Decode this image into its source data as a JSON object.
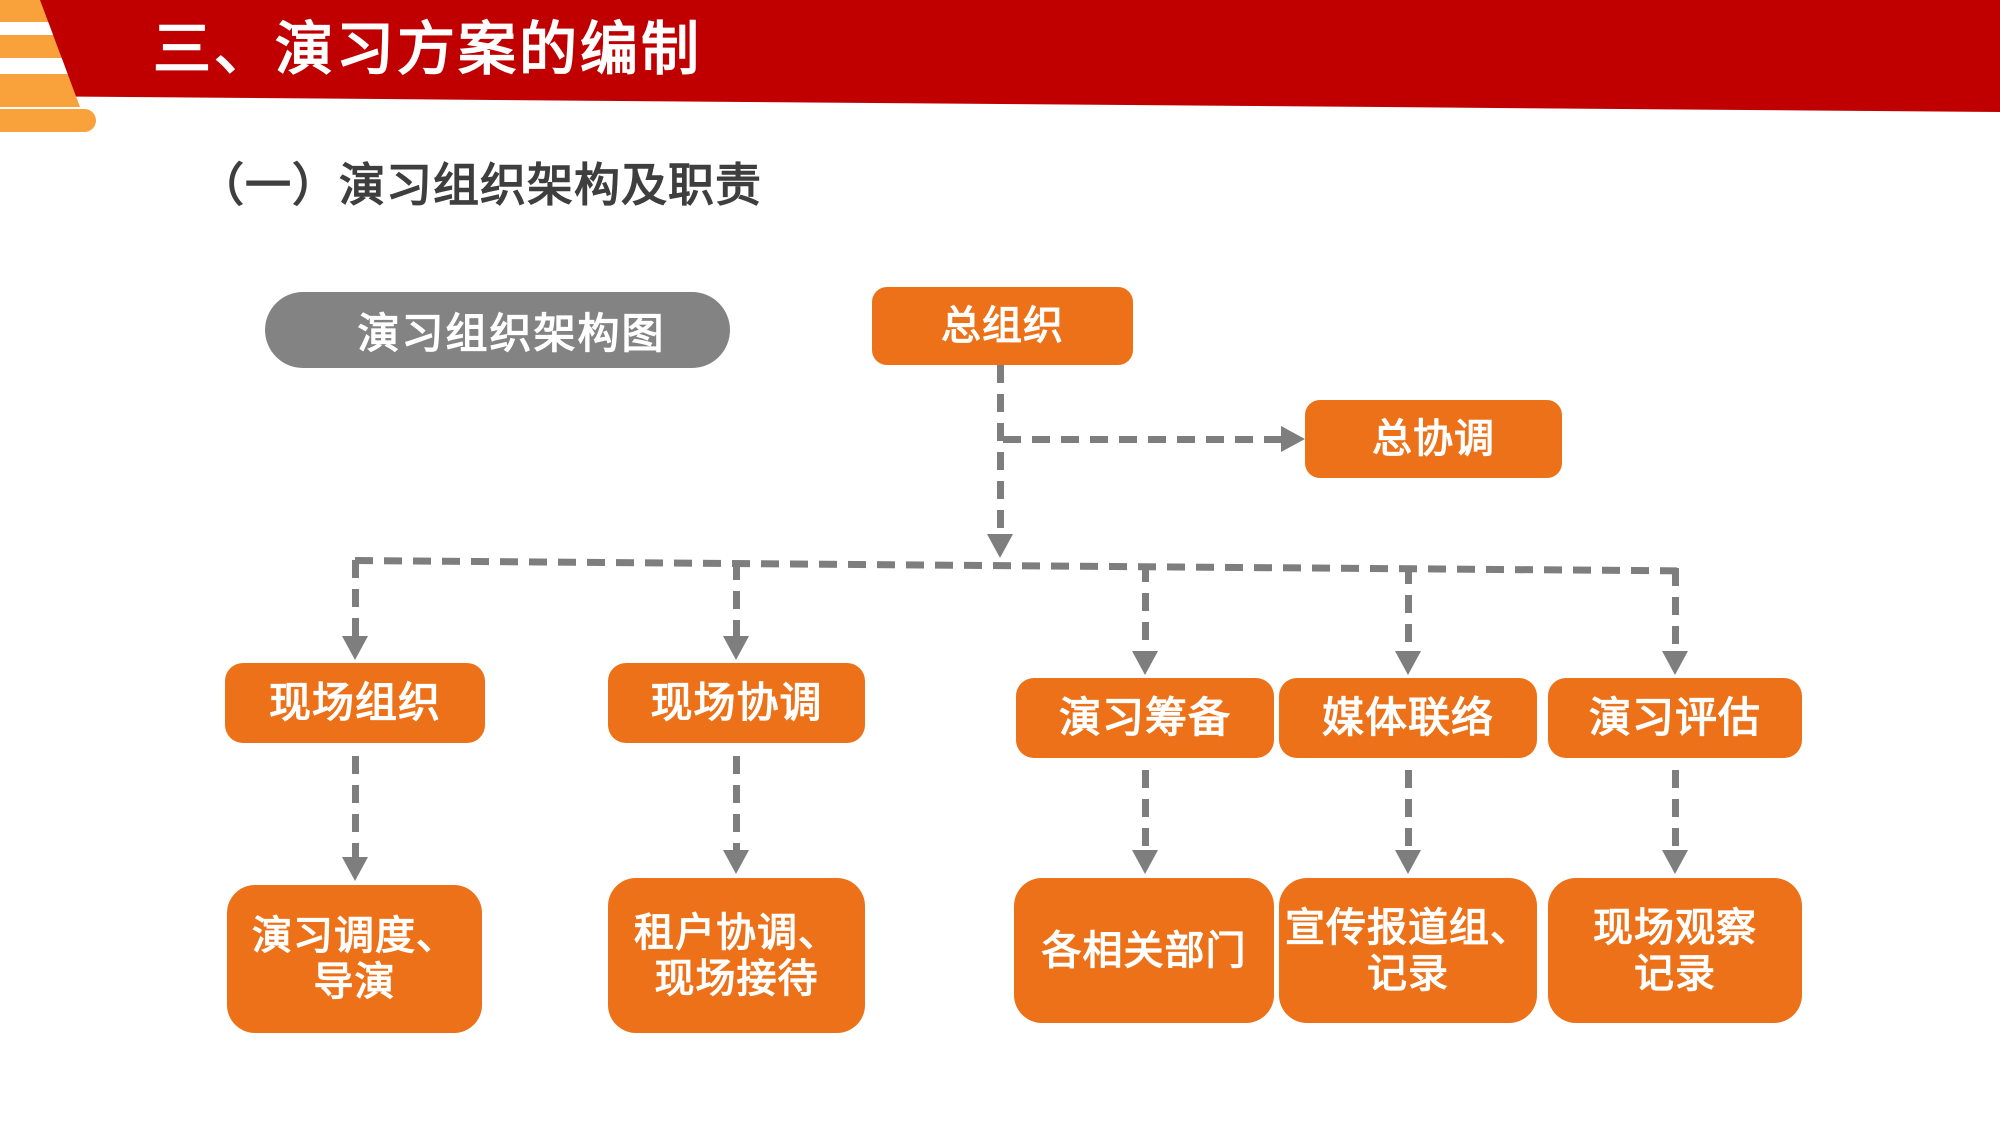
{
  "slide": {
    "title": "三、演习方案的编制",
    "subtitle": "（一）演习组织架构及职责"
  },
  "diagram": {
    "label": "演习组织架构图",
    "root": "总组织",
    "coordinator": "总协调",
    "branches": [
      {
        "label": "现场组织",
        "sub": "演习调度、\n导演"
      },
      {
        "label": "现场协调",
        "sub": "租户协调、\n现场接待"
      },
      {
        "label": "演习筹备",
        "sub": "各相关部门"
      },
      {
        "label": "媒体联络",
        "sub": "宣传报道组、\n记录"
      },
      {
        "label": "演习评估",
        "sub": "现场观察\n记录"
      }
    ]
  },
  "colors": {
    "banner_red": "#C00000",
    "box_orange": "#ED7118",
    "cone_orange": "#F9A13A",
    "pill_gray": "#838383",
    "connector_gray": "#7E7E7E",
    "subtitle_gray": "#3E3E3E"
  }
}
